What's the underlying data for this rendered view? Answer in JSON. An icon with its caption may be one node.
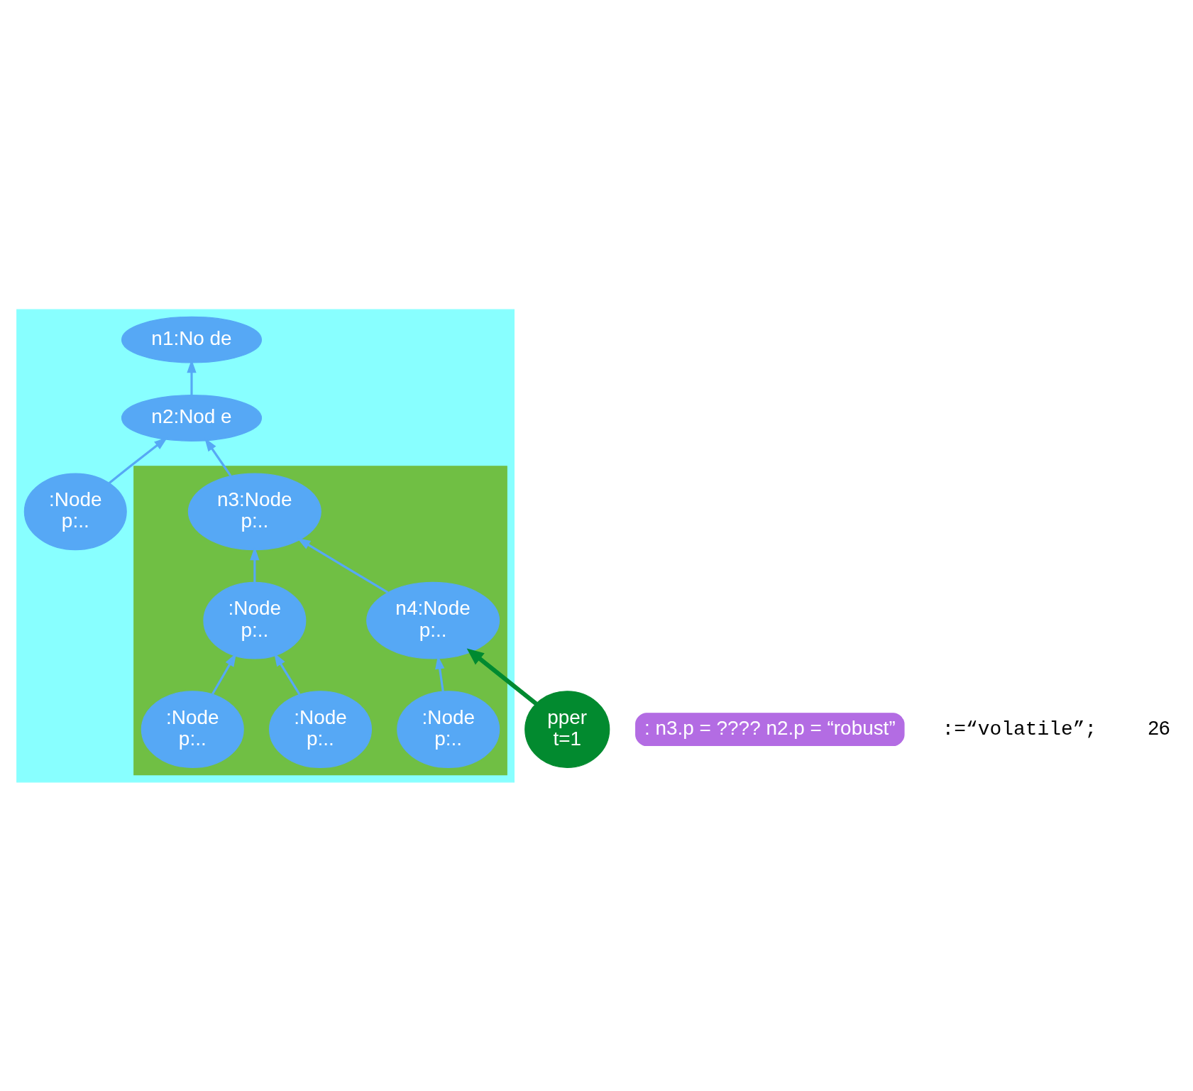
{
  "diagram": {
    "nodes": [
      {
        "text": [],
        "shape": "triangle"
      },
      {
        "text": [
          "n1:No de"
        ],
        "in": 0
      },
      {
        "text": [
          "n2:Nod e"
        ],
        "in": 0
      },
      {
        "text": [],
        "shape": "triangle",
        "in": 0
      },
      {
        "text": [
          "n3:Node",
          "p:.."
        ],
        "in": 3
      },
      {
        "text": [
          ":Node",
          "p:.."
        ],
        "in": 0
      },
      {
        "text": [
          "n4:Node",
          "p:.."
        ],
        "in": 3
      },
      {
        "text": [
          ":Node",
          "p:.."
        ],
        "in": 3
      },
      {
        "text": [
          "pper",
          "t=1"
        ]
      },
      {
        "text": [
          ":Node",
          "p:.."
        ],
        "in": 3
      },
      {
        "text": [
          ":Node",
          "p:.."
        ],
        "in": 3
      },
      {
        "text": [
          ":Node",
          "p:.."
        ],
        "in": 3
      },
      {
        "text": [
          ": n3.p = ???? n2.p = “robust”"
        ]
      }
    ],
    "edges": [
      {
        "from": 2,
        "to": 1,
        "arrow": "to"
      },
      {
        "from": 4,
        "to": 2,
        "arrow": "to"
      },
      {
        "from": 5,
        "to": 2,
        "arrow": "to"
      },
      {
        "from": 6,
        "to": 4,
        "arrow": "to"
      },
      {
        "from": 7,
        "to": 4,
        "arrow": "to"
      },
      {
        "from": 9,
        "to": 6,
        "arrow": "to"
      },
      {
        "from": 10,
        "to": 7,
        "arrow": "to"
      },
      {
        "from": 11,
        "to": 7,
        "arrow": "to"
      },
      {
        "from": 8,
        "to": 6,
        "arrow": "to",
        "style": "thick",
        "color": "#008a30"
      }
    ],
    "labels": [
      ":=“volatile”;",
      "26"
    ]
  }
}
